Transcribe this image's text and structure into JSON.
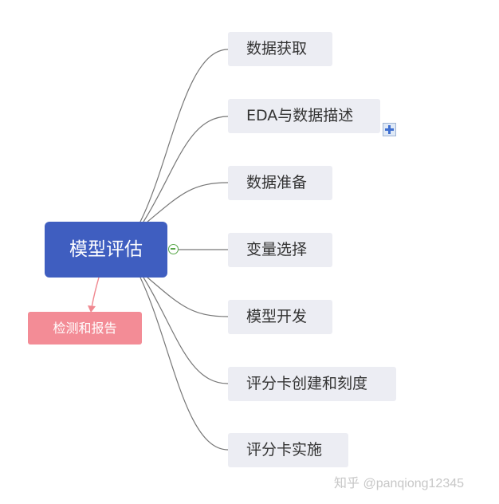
{
  "root": {
    "label": "模型评估"
  },
  "branches": [
    {
      "label": "数据获取"
    },
    {
      "label": "EDA与数据描述"
    },
    {
      "label": "数据准备"
    },
    {
      "label": "变量选择"
    },
    {
      "label": "模型开发"
    },
    {
      "label": "评分卡创建和刻度"
    },
    {
      "label": "评分卡实施"
    }
  ],
  "side_node": {
    "label": "检测和报告"
  },
  "watermark": "知乎 @panqiong12345",
  "colors": {
    "root": "#3f5ec0",
    "branch": "#ecedf3",
    "side": "#f38c96",
    "connector": "#777777",
    "side_connector": "#f08890",
    "collapse_toggle": "#56a646",
    "expand_toggle": "#3f6fd0"
  },
  "icons": {
    "collapse": "minus-circle-icon",
    "expand": "plus-square-icon"
  }
}
